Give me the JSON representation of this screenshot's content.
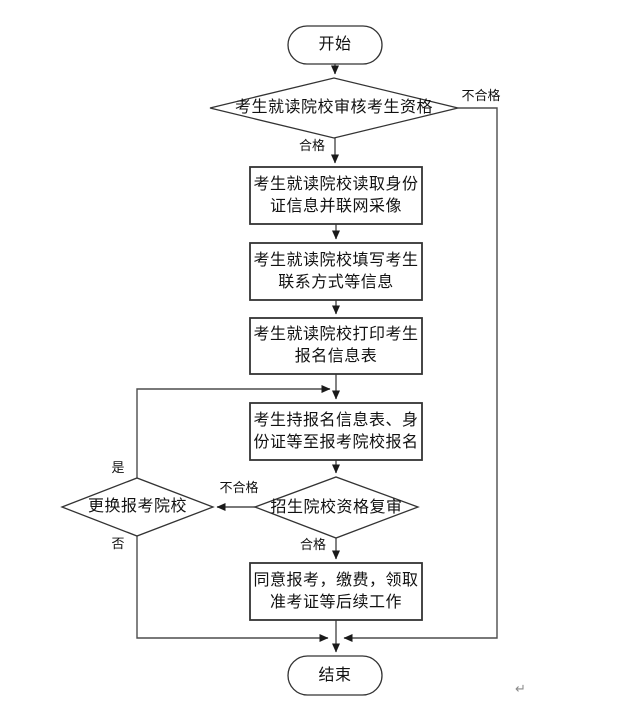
{
  "page": {
    "background": "#ffffff"
  },
  "flowchart": {
    "nodes": {
      "start": {
        "label": "开始",
        "type": "terminator"
      },
      "qualification_review": {
        "label": "考生就读院校审核考生资格",
        "type": "decision"
      },
      "read_id_info": {
        "label": "考生就读院校读取身份\n证信息并联网采像",
        "type": "process"
      },
      "fill_contact_info": {
        "label": "考生就读院校填写考生\n联系方式等信息",
        "type": "process"
      },
      "print_registration_form": {
        "label": "考生就读院校打印考生\n报名信息表",
        "type": "process"
      },
      "bring_form_to_school": {
        "label": "考生持报名信息表、身\n份证等至报考院校报名",
        "type": "process"
      },
      "admission_recheck": {
        "label": "招生院校资格复审",
        "type": "decision"
      },
      "change_target_school": {
        "label": "更换报考院校",
        "type": "decision"
      },
      "agree_pay_collect": {
        "label": "同意报考，缴费，领取\n准考证等后续工作",
        "type": "process"
      },
      "end": {
        "label": "结束",
        "type": "terminator"
      }
    },
    "edge_labels": {
      "unqualified_top": "不合格",
      "qualified_top": "合格",
      "unqualified_recheck": "不合格",
      "qualified_recheck": "合格",
      "yes": "是",
      "no": "否"
    },
    "colors": {
      "line": "#4d4d4d",
      "shape_border": "#333333",
      "arrow": "#1a1a1a",
      "text": "#111111"
    },
    "paragraph_mark": "↵"
  }
}
